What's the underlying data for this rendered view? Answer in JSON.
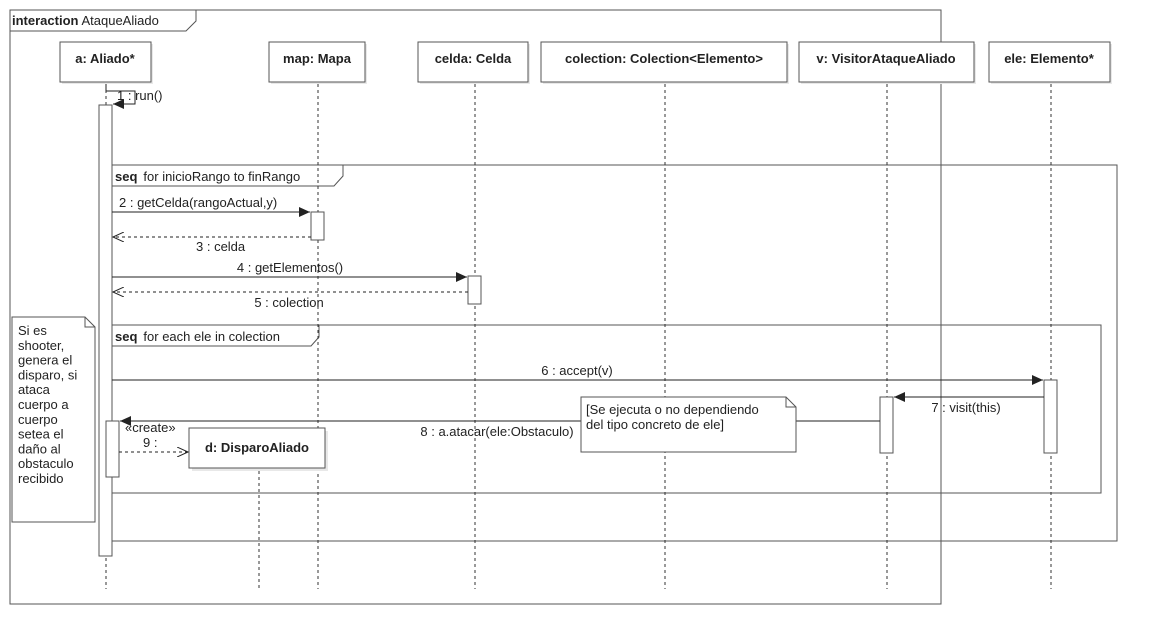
{
  "frame": {
    "keyword": "interaction",
    "name": "AtaqueAliado"
  },
  "lifelines": [
    {
      "id": "aliado",
      "label": "a: Aliado*"
    },
    {
      "id": "mapa",
      "label": "map: Mapa"
    },
    {
      "id": "celda",
      "label": "celda: Celda"
    },
    {
      "id": "colection",
      "label": "colection: Colection<Elemento>"
    },
    {
      "id": "visitor",
      "label": "v: VisitorAtaqueAliado"
    },
    {
      "id": "elemento",
      "label": "ele: Elemento*"
    }
  ],
  "created_object": {
    "label": "d: DisparoAliado"
  },
  "fragments": [
    {
      "operator": "seq",
      "guard": "for inicioRango to finRango"
    },
    {
      "operator": "seq",
      "guard": "for each ele in colection"
    }
  ],
  "messages": [
    {
      "label": "1 : run()",
      "kind": "self"
    },
    {
      "label": "2 : getCelda(rangoActual,y)",
      "kind": "sync"
    },
    {
      "label": "3 : celda",
      "kind": "return"
    },
    {
      "label": "4 : getElementos()",
      "kind": "sync"
    },
    {
      "label": "5 : colection",
      "kind": "return"
    },
    {
      "label": "6 : accept(v)",
      "kind": "sync"
    },
    {
      "label": "7 : visit(this)",
      "kind": "sync"
    },
    {
      "label": "8 : a.atacar(ele:Obstaculo)",
      "kind": "sync"
    },
    {
      "label": "9 :",
      "stereotype": "«create»",
      "kind": "create"
    }
  ],
  "notes": [
    {
      "lines": [
        "Si es",
        "shooter,",
        "genera el",
        "disparo, si",
        "ataca",
        "cuerpo a",
        "cuerpo",
        "setea el",
        "daño al",
        "obstaculo",
        "recibido"
      ]
    },
    {
      "lines": [
        "[Se ejecuta o no dependiendo",
        "del tipo concreto de ele]"
      ]
    }
  ]
}
